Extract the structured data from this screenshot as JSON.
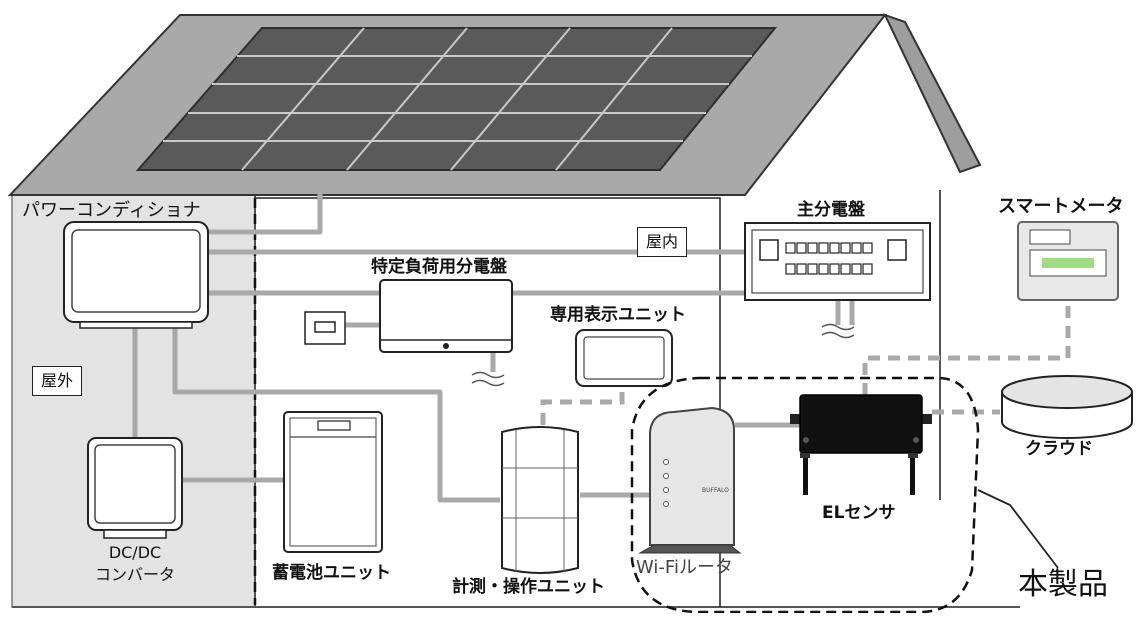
{
  "labels": {
    "power_conditioner": "パワーコンディショナ",
    "indoor": "屋内",
    "outdoor": "屋外",
    "main_panel": "主分電盤",
    "specific_load_panel": "特定負荷用分電盤",
    "dedicated_display": "専用表示ユニット",
    "smart_meter": "スマートメータ",
    "cloud": "クラウド",
    "dcdc_line1": "DC/DC",
    "dcdc_line2": "コンバータ",
    "battery": "蓄電池ユニット",
    "measure_unit": "計測・操作ユニット",
    "wifi_router": "Wi-Fiルータ",
    "el_sensor": "ELセンサ",
    "this_product": "本製品"
  },
  "device_texts": {
    "router_brand": "BUFFALO"
  },
  "colors": {
    "wire": "#a9a9a9",
    "outdoor_fill": "#e3e3e3",
    "roof_fill": "#a9a9a9",
    "panel_fill": "#5a5a5a",
    "meter_display": "#9fdc84",
    "outline": "#222222"
  }
}
